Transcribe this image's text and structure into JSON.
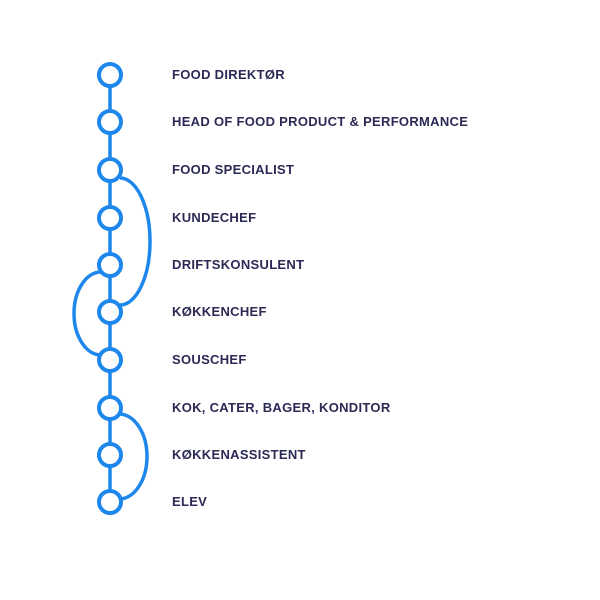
{
  "diagram": {
    "type": "career-ladder",
    "nodes": [
      {
        "label": "FOOD DIREKTØR"
      },
      {
        "label": "HEAD OF FOOD PRODUCT & PERFORMANCE"
      },
      {
        "label": "FOOD SPECIALIST"
      },
      {
        "label": "KUNDECHEF"
      },
      {
        "label": "DRIFTSKONSULENT"
      },
      {
        "label": "KØKKENCHEF"
      },
      {
        "label": "SOUSCHEF"
      },
      {
        "label": "KOK, CATER, BAGER, KONDITOR"
      },
      {
        "label": "KØKKENASSISTENT"
      },
      {
        "label": "ELEV"
      }
    ],
    "connections": [
      {
        "from": "FOOD SPECIALIST",
        "to": "KØKKENCHEF",
        "side": "right"
      },
      {
        "from": "DRIFTSKONSULENT",
        "to": "SOUSCHEF",
        "side": "left"
      },
      {
        "from": "KOK, CATER, BAGER, KONDITOR",
        "to": "ELEV",
        "side": "right"
      }
    ],
    "colors": {
      "line": "#1d87ec",
      "node_fill": "#ffffff",
      "text": "#2b2a55",
      "background": "#ffffff"
    }
  }
}
